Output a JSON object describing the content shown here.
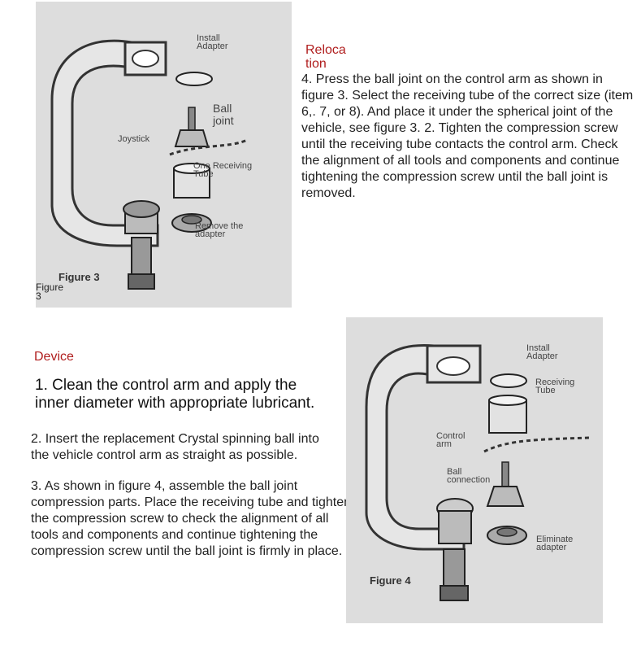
{
  "figure3": {
    "labels": {
      "install_adapter": "Install\nAdapter",
      "ball_joint": "Ball\njoint",
      "joystick": "Joystick",
      "receiving_tube": "One Receiving\nTube",
      "remove_adapter": "Remove the\nadapter",
      "caption_inside": "Figure 3",
      "caption_below": "Figure\n3"
    }
  },
  "relocation": {
    "heading": "Reloca\ntion",
    "text": "4. Press the ball joint on the control arm as shown in figure 3. Select the receiving tube of the correct size (item 6,. 7, or 8). And place it under the spherical joint of the vehicle, see figure 3. 2. Tighten the compression screw until the receiving tube contacts the control arm. Check the alignment of all tools and components and continue tightening the compression screw until the ball joint is removed."
  },
  "device": {
    "heading": "Device",
    "step1": "1. Clean the control arm and apply the inner diameter with appropriate lubricant.",
    "step2": "2. Insert the replacement Crystal spinning ball into the vehicle control arm as straight as possible.",
    "step3": "3. As shown in figure 4, assemble the ball joint compression parts. Place the receiving tube and tighten the compression screw to check the alignment of all tools and components and continue tightening the compression screw until the ball joint is firmly in place."
  },
  "figure4": {
    "labels": {
      "install_adapter": "Install\nAdapter",
      "receiving_tube": "Receiving\nTube",
      "control_arm": "Control\narm",
      "ball_connection": "Ball\nconnection",
      "eliminate_adapter": "Eliminate\nadapter",
      "caption": "Figure 4"
    }
  }
}
